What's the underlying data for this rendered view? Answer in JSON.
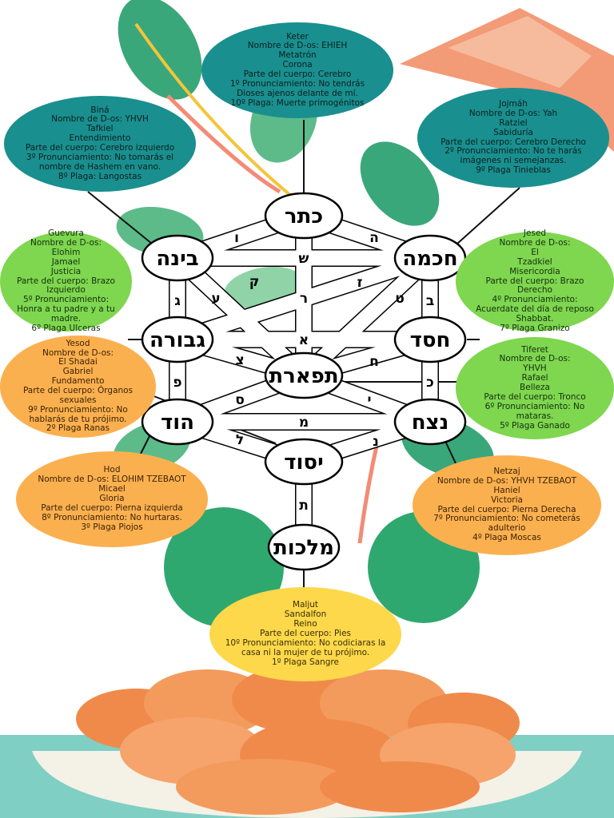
{
  "sefirot": [
    {
      "id": "keter",
      "hebrew": "כתר"
    },
    {
      "id": "jojmah",
      "hebrew": "חכמה"
    },
    {
      "id": "bina",
      "hebrew": "בינה"
    },
    {
      "id": "jesed",
      "hebrew": "חסד"
    },
    {
      "id": "guevura",
      "hebrew": "גבורה"
    },
    {
      "id": "tiferet",
      "hebrew": "תפארת"
    },
    {
      "id": "netzaj",
      "hebrew": "נצח"
    },
    {
      "id": "hod",
      "hebrew": "הוד"
    },
    {
      "id": "yesod",
      "hebrew": "יסוד"
    },
    {
      "id": "maljut",
      "hebrew": "מלכות"
    }
  ],
  "paths": [
    {
      "letter": "ו"
    },
    {
      "letter": "ה"
    },
    {
      "letter": "ש"
    },
    {
      "letter": "ק"
    },
    {
      "letter": "ז"
    },
    {
      "letter": "ג"
    },
    {
      "letter": "ע"
    },
    {
      "letter": "ר"
    },
    {
      "letter": "ט"
    },
    {
      "letter": "ב"
    },
    {
      "letter": "א"
    },
    {
      "letter": "צ"
    },
    {
      "letter": "ח"
    },
    {
      "letter": "פ"
    },
    {
      "letter": "כ"
    },
    {
      "letter": "י"
    },
    {
      "letter": "ס"
    },
    {
      "letter": "מ"
    },
    {
      "letter": "ל"
    },
    {
      "letter": "נ"
    },
    {
      "letter": "ת"
    }
  ],
  "descriptions": {
    "keter": [
      "Keter",
      "Nombre  de D-os: EHIEH",
      "Metatrón",
      "Corona",
      "Parte del cuerpo: Cerebro",
      "1º Pronunciamiento: No tendrás",
      "Dioses ajenos delante de mí.",
      "10º Plaga: Muerte primogénitos"
    ],
    "bina": [
      "Biná",
      "Nombre  de D-os: YHVH",
      "Tafkiel",
      "Entendimiento",
      "Parte del cuerpo: Cerebro izquierdo",
      "3º Pronunciamiento: No tomarás el",
      "nombre de Hashem en vano.",
      "8º Plaga: Langostas"
    ],
    "jojmah": [
      "Jojmáh",
      "Nombre  de D-os: Yah",
      "Ratziel",
      "Sabiduría",
      "Parte del cuerpo: Cerebro Derecho",
      "2º Pronunciamiento: No te harás",
      "imágenes ni semejanzas.",
      "9º Plaga Tinieblas"
    ],
    "guevura": [
      "Guevura",
      "Nombre  de D-os:",
      "Elohim",
      "Jamael",
      "Justicia",
      "Parte del cuerpo: Brazo",
      "Izquierdo",
      "5º Pronunciamiento:",
      "Honra a tu padre y a tu",
      "madre.",
      "6º Plaga Ulceras"
    ],
    "jesed": [
      "Jesed",
      "Nombre  de D-os:",
      "El",
      "Tzadkiel",
      "Misericordia",
      "Parte del cuerpo: Brazo",
      "Derecho",
      "4º Pronunciamiento:",
      "Acuerdate del día de reposo",
      "Shabbat.",
      "7º Plaga Granizo"
    ],
    "yesod": [
      "Yesod",
      "Nombre  de D-os:",
      "El Shadai",
      "Gabriel",
      "Fundamento",
      "Parte del cuerpo: Órganos",
      "sexuales",
      "9º Pronunciamiento: No",
      "hablarás de tu prójimo.",
      "2º Plaga Ranas"
    ],
    "tiferet": [
      "Tiferet",
      "Nombre  de D-os:",
      "YHVH",
      "Rafael",
      "Belleza",
      "Parte del cuerpo: Tronco",
      "6º Pronunciamiento: No",
      "mataras.",
      "5º Plaga Ganado"
    ],
    "hod": [
      "Hod",
      "Nombre  de D-os: ELOHIM TZEBAOT",
      "Micael",
      "Gloria",
      "Parte del cuerpo: Pierna izquierda",
      "8º Pronunciamiento: No hurtaras.",
      "3º Plaga Piojos"
    ],
    "netzaj": [
      "Netzaj",
      "Nombre  de D-os: YHVH TZEBAOT",
      "Haniel",
      "Victoria",
      "Parte del cuerpo: Pierna Derecha",
      "7º Pronunciamiento: No cometerás",
      "adulterio",
      "4º Plaga Moscas"
    ],
    "maljut": [
      "Maljut",
      "Sandalfon",
      "Reino",
      "Parte del cuerpo: Pies",
      "10º Pronunciamiento: No codiciaras la",
      "casa ni la mujer de tu prójimo.",
      "1º Plaga Sangre"
    ]
  },
  "colors": {
    "teal": "#1a8f8f",
    "green": "#7fd64f",
    "orange": "#fbb04f",
    "yellow": "#fdd84a",
    "leaf": "#3aa77a",
    "bread": "#f08a4b",
    "plate": "#7fcfc4"
  }
}
